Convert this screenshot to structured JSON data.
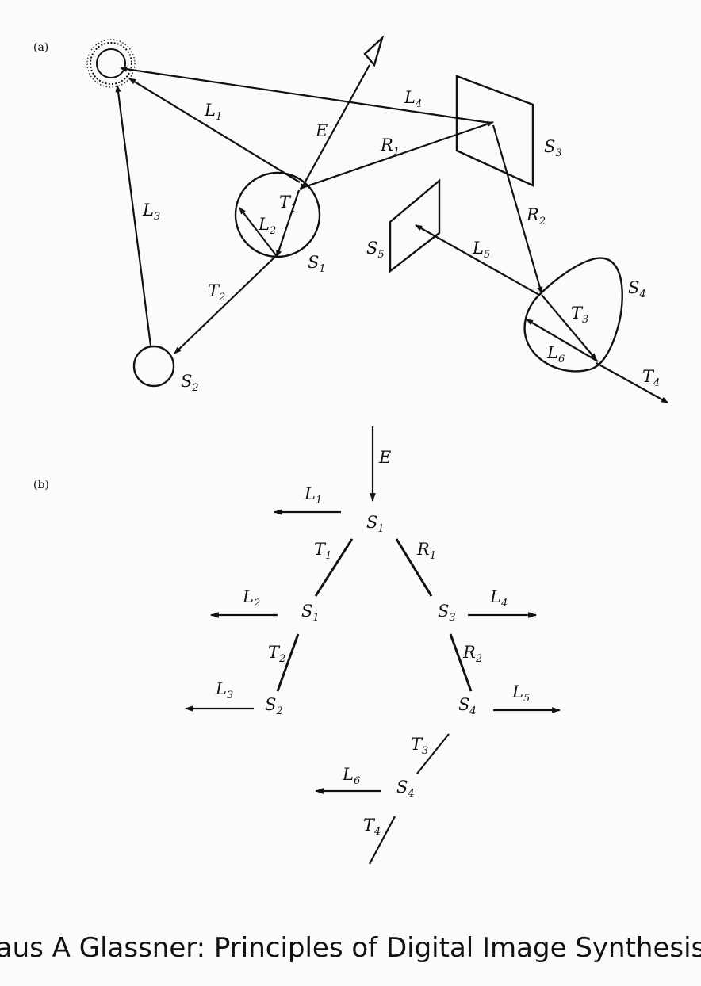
{
  "panel_a": {
    "tag": "(a)",
    "labels": {
      "L1": {
        "main": "L",
        "sub": "1"
      },
      "L2": {
        "main": "L",
        "sub": "2"
      },
      "L3": {
        "main": "L",
        "sub": "3"
      },
      "L4": {
        "main": "L",
        "sub": "4"
      },
      "L5": {
        "main": "L",
        "sub": "5"
      },
      "L6": {
        "main": "L",
        "sub": "6"
      },
      "E": {
        "main": "E",
        "sub": ""
      },
      "R1": {
        "main": "R",
        "sub": "1"
      },
      "R2": {
        "main": "R",
        "sub": "2"
      },
      "T1": {
        "main": "T",
        "sub": "1"
      },
      "T2": {
        "main": "T",
        "sub": "2"
      },
      "T3": {
        "main": "T",
        "sub": "3"
      },
      "T4": {
        "main": "T",
        "sub": "4"
      },
      "S1": {
        "main": "S",
        "sub": "1"
      },
      "S2": {
        "main": "S",
        "sub": "2"
      },
      "S3": {
        "main": "S",
        "sub": "3"
      },
      "S4": {
        "main": "S",
        "sub": "4"
      },
      "S5": {
        "main": "S",
        "sub": "5"
      }
    }
  },
  "panel_b": {
    "tag": "(b)",
    "labels": {
      "E": {
        "main": "E",
        "sub": ""
      },
      "S1_top": {
        "main": "S",
        "sub": "1"
      },
      "S1_mid": {
        "main": "S",
        "sub": "1"
      },
      "S2": {
        "main": "S",
        "sub": "2"
      },
      "S3": {
        "main": "S",
        "sub": "3"
      },
      "S4_a": {
        "main": "S",
        "sub": "4"
      },
      "S4_b": {
        "main": "S",
        "sub": "4"
      },
      "L1": {
        "main": "L",
        "sub": "1"
      },
      "L2": {
        "main": "L",
        "sub": "2"
      },
      "L3": {
        "main": "L",
        "sub": "3"
      },
      "L4": {
        "main": "L",
        "sub": "4"
      },
      "L5": {
        "main": "L",
        "sub": "5"
      },
      "L6": {
        "main": "L",
        "sub": "6"
      },
      "T1": {
        "main": "T",
        "sub": "1"
      },
      "T2": {
        "main": "T",
        "sub": "2"
      },
      "T3": {
        "main": "T",
        "sub": "3"
      },
      "T4": {
        "main": "T",
        "sub": "4"
      },
      "R1": {
        "main": "R",
        "sub": "1"
      },
      "R2": {
        "main": "R",
        "sub": "2"
      }
    }
  },
  "caption": "aus A Glassner: Principles of Digital Image Synthesis"
}
